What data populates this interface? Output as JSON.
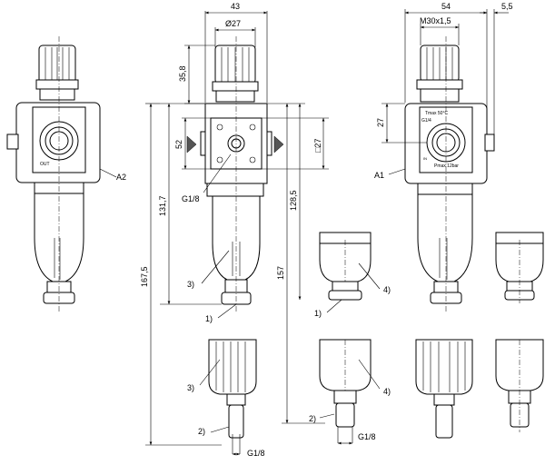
{
  "dimensions": {
    "width_43": "43",
    "dia_27": "Ø27",
    "width_54": "54",
    "side_5_5": "5,5",
    "thread_m30": "M30x1,5",
    "height_35_8": "35,8",
    "height_52": "52",
    "square_27": "□27",
    "height_27": "27",
    "height_131_7": "131,7",
    "height_128_5": "128,5",
    "height_167_5": "167,5",
    "height_157": "157",
    "port_g18_a": "G1/8",
    "port_g18_b": "G1/8",
    "port_g18_c": "G1/8"
  },
  "callouts": {
    "a1": "A1",
    "a2": "A2",
    "c1a": "1)",
    "c1b": "1)",
    "c2a": "2)",
    "c2b": "2)",
    "c3a": "3)",
    "c3b": "3)",
    "c4a": "4)",
    "c4b": "4)"
  },
  "face_labels": {
    "out": "OUT",
    "tmax": "Tmax 50°C",
    "g14": "G1/4",
    "pmax": "Pmax 12bar",
    "in": "IN"
  }
}
